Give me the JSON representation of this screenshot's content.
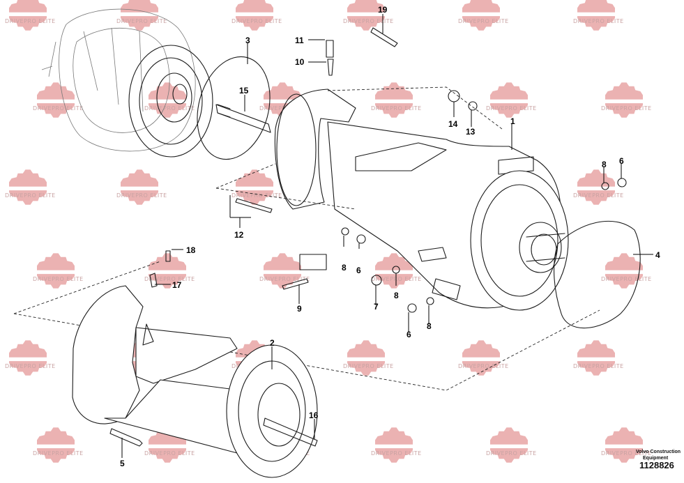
{
  "watermark": {
    "text": "DRIVEPRO ELITE",
    "color": "#e05a5a"
  },
  "callouts": [
    {
      "id": "c1",
      "label": "1"
    },
    {
      "id": "c2",
      "label": "2"
    },
    {
      "id": "c3",
      "label": "3"
    },
    {
      "id": "c4",
      "label": "4"
    },
    {
      "id": "c5",
      "label": "5"
    },
    {
      "id": "c6a",
      "label": "6"
    },
    {
      "id": "c6b",
      "label": "6"
    },
    {
      "id": "c6c",
      "label": "6"
    },
    {
      "id": "c7",
      "label": "7"
    },
    {
      "id": "c8a",
      "label": "8"
    },
    {
      "id": "c8b",
      "label": "8"
    },
    {
      "id": "c8c",
      "label": "8"
    },
    {
      "id": "c8d",
      "label": "8"
    },
    {
      "id": "c9",
      "label": "9"
    },
    {
      "id": "c10",
      "label": "10"
    },
    {
      "id": "c11",
      "label": "11"
    },
    {
      "id": "c12",
      "label": "12"
    },
    {
      "id": "c13",
      "label": "13"
    },
    {
      "id": "c14",
      "label": "14"
    },
    {
      "id": "c15",
      "label": "15"
    },
    {
      "id": "c16",
      "label": "16"
    },
    {
      "id": "c17",
      "label": "17"
    },
    {
      "id": "c18",
      "label": "18"
    },
    {
      "id": "c19",
      "label": "19"
    }
  ],
  "footer": {
    "brand_line1": "Volvo Construction",
    "brand_line2": "Equipment",
    "doc_number": "1128826"
  }
}
